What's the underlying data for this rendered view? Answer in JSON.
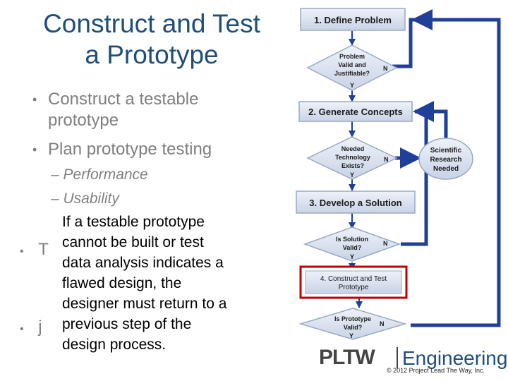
{
  "title": {
    "line1": "Construct and Test",
    "line2": "a Prototype"
  },
  "bullets": [
    {
      "text_line1": "Construct a testable",
      "text_line2": "prototype"
    },
    {
      "text_line1": "Plan prototype testing"
    }
  ],
  "sub_bullets": [
    "– Performance",
    "– Usability"
  ],
  "partial_bullets": [
    "T",
    "j"
  ],
  "callout_lines": [
    "If a testable prototype",
    "cannot be built or test",
    "data analysis indicates a",
    "flawed design, the",
    "designer must return to a",
    "previous step of the",
    "design process."
  ],
  "flowchart": {
    "steps": [
      "1. Define Problem",
      "2. Generate Concepts",
      "3. Develop a Solution",
      [
        "4. Construct and Test",
        "Prototype"
      ]
    ],
    "decisions": [
      [
        "Problem",
        "Valid and",
        "Justifiable?"
      ],
      [
        "Needed",
        "Technology",
        "Exists?"
      ],
      [
        "Is Solution",
        "Valid?"
      ],
      [
        "Is Prototype",
        "Valid?"
      ]
    ],
    "yes_label": "Y",
    "no_label": "N",
    "side_node": [
      "Scientific",
      "Research",
      "Needed"
    ]
  },
  "logo": {
    "left": "PLTW",
    "right": "Engineering"
  },
  "copyright": "© 2012 Project Lead The Way, Inc.",
  "colors": {
    "title": "#1f4e79",
    "arrow": "#1f3f99",
    "highlight": "#c00000",
    "node_fill": "#dbe3f1",
    "node_border": "#9aa9c3"
  }
}
